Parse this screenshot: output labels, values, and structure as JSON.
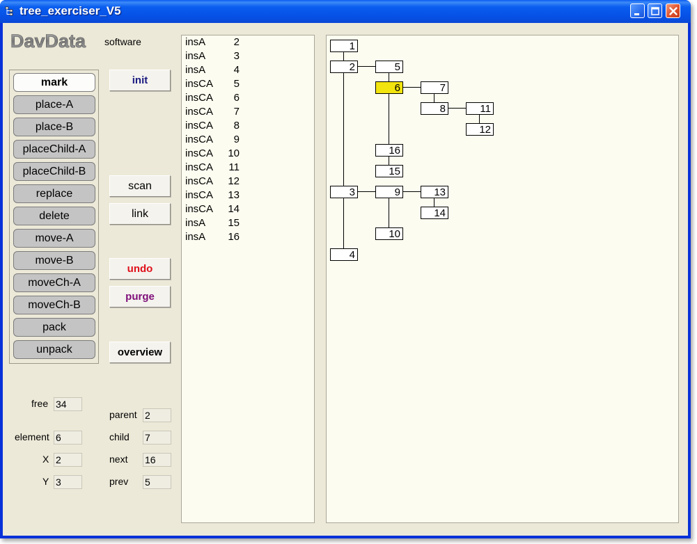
{
  "window": {
    "title": "tree_exerciser_V5"
  },
  "logo": {
    "word": "DavData",
    "subtitle": "software"
  },
  "action_buttons": [
    {
      "label": "mark",
      "active": true
    },
    {
      "label": "place-A"
    },
    {
      "label": "place-B"
    },
    {
      "label": "placeChild-A"
    },
    {
      "label": "placeChild-B"
    },
    {
      "label": "replace"
    },
    {
      "label": "delete"
    },
    {
      "label": "move-A"
    },
    {
      "label": "move-B"
    },
    {
      "label": "moveCh-A"
    },
    {
      "label": "moveCh-B"
    },
    {
      "label": "pack"
    },
    {
      "label": "unpack"
    }
  ],
  "command_buttons": {
    "init": {
      "label": "init",
      "color": "#1a1a80"
    },
    "scan": {
      "label": "scan"
    },
    "link": {
      "label": "link"
    },
    "undo": {
      "label": "undo",
      "color": "#e0101a"
    },
    "purge": {
      "label": "purge",
      "color": "#80107a"
    },
    "overview": {
      "label": "overview"
    }
  },
  "fields": {
    "free": {
      "label": "free",
      "value": "34"
    },
    "element": {
      "label": "element",
      "value": "6"
    },
    "x": {
      "label": "X",
      "value": "2"
    },
    "y": {
      "label": "Y",
      "value": "3"
    },
    "parent": {
      "label": "parent",
      "value": "2"
    },
    "child": {
      "label": "child",
      "value": "7"
    },
    "next": {
      "label": "next",
      "value": "16"
    },
    "prev": {
      "label": "prev",
      "value": "5"
    }
  },
  "history": [
    {
      "op": "insA",
      "n": "2"
    },
    {
      "op": "insA",
      "n": "3"
    },
    {
      "op": "insA",
      "n": "4"
    },
    {
      "op": "insCA",
      "n": "5"
    },
    {
      "op": "insCA",
      "n": "6"
    },
    {
      "op": "insCA",
      "n": "7"
    },
    {
      "op": "insCA",
      "n": "8"
    },
    {
      "op": "insCA",
      "n": "9"
    },
    {
      "op": "insCA",
      "n": "10"
    },
    {
      "op": "insCA",
      "n": "11"
    },
    {
      "op": "insCA",
      "n": "12"
    },
    {
      "op": "insCA",
      "n": "13"
    },
    {
      "op": "insCA",
      "n": "14"
    },
    {
      "op": "insA",
      "n": "15"
    },
    {
      "op": "insA",
      "n": "16"
    }
  ],
  "tree": {
    "highlight_color": "#f2e40e",
    "nodes": [
      {
        "id": "1",
        "col": 0,
        "row": 0
      },
      {
        "id": "2",
        "col": 0,
        "row": 1
      },
      {
        "id": "5",
        "col": 1,
        "row": 1
      },
      {
        "id": "6",
        "col": 1,
        "row": 2,
        "highlight": true
      },
      {
        "id": "7",
        "col": 2,
        "row": 2
      },
      {
        "id": "8",
        "col": 2,
        "row": 3
      },
      {
        "id": "11",
        "col": 3,
        "row": 3
      },
      {
        "id": "12",
        "col": 3,
        "row": 4
      },
      {
        "id": "16",
        "col": 1,
        "row": 5
      },
      {
        "id": "15",
        "col": 1,
        "row": 6
      },
      {
        "id": "3",
        "col": 0,
        "row": 7
      },
      {
        "id": "9",
        "col": 1,
        "row": 7
      },
      {
        "id": "13",
        "col": 2,
        "row": 7
      },
      {
        "id": "14",
        "col": 2,
        "row": 8
      },
      {
        "id": "10",
        "col": 1,
        "row": 9
      },
      {
        "id": "4",
        "col": 0,
        "row": 10
      }
    ],
    "edges": [
      [
        "1",
        "2"
      ],
      [
        "2",
        "5"
      ],
      [
        "5",
        "6"
      ],
      [
        "6",
        "7"
      ],
      [
        "7",
        "8"
      ],
      [
        "8",
        "11"
      ],
      [
        "11",
        "12"
      ],
      [
        "6",
        "16"
      ],
      [
        "16",
        "15"
      ],
      [
        "2",
        "3"
      ],
      [
        "3",
        "9"
      ],
      [
        "9",
        "13"
      ],
      [
        "13",
        "14"
      ],
      [
        "9",
        "10"
      ],
      [
        "3",
        "4"
      ]
    ]
  }
}
